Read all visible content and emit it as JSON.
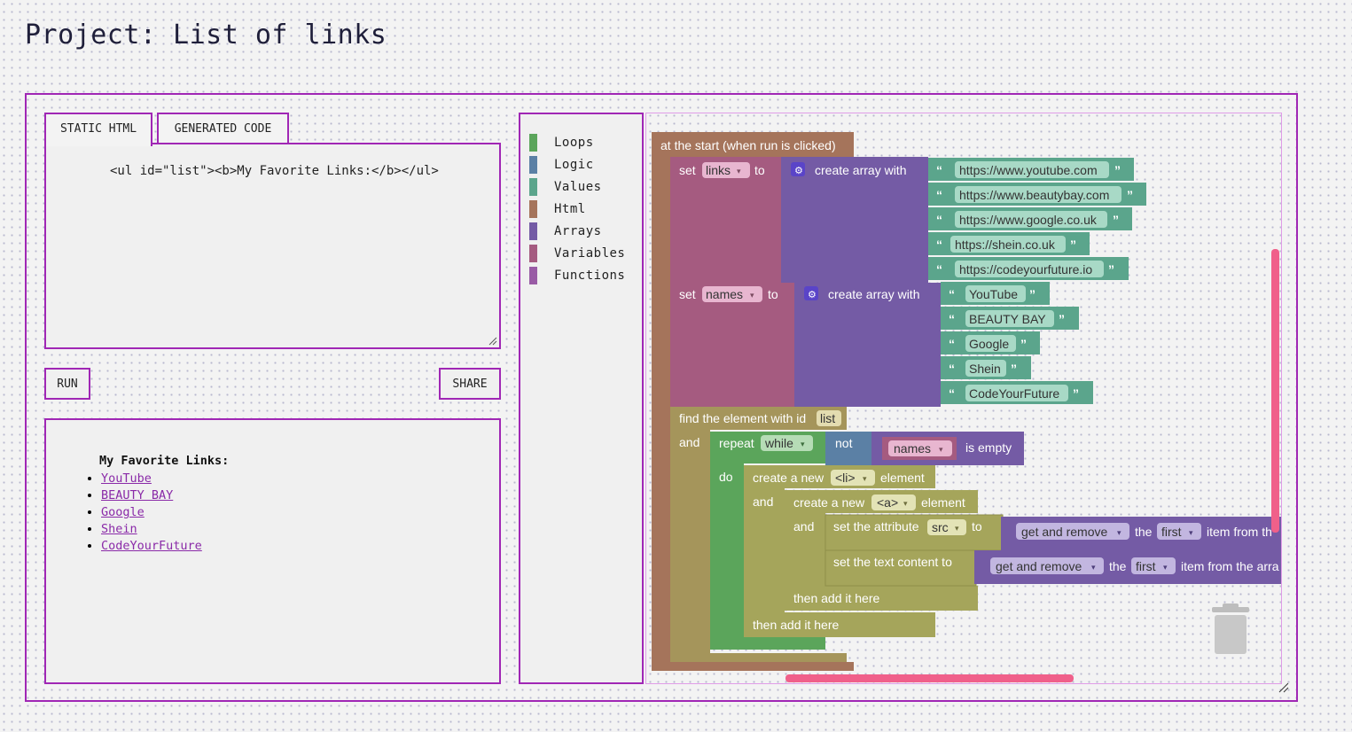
{
  "page": {
    "title": "Project: List of links"
  },
  "tabs": [
    {
      "label": "STATIC HTML",
      "active": true
    },
    {
      "label": "GENERATED CODE",
      "active": false
    }
  ],
  "static_html": {
    "code": "<ul id=\"list\"><b>My Favorite Links:</b></ul>"
  },
  "buttons": {
    "run": "RUN",
    "share": "SHARE"
  },
  "output": {
    "heading": "My Favorite Links:",
    "links": [
      "YouTube",
      "BEAUTY BAY",
      "Google",
      "Shein",
      "CodeYourFuture"
    ]
  },
  "toolbox": {
    "categories": [
      {
        "label": "Loops",
        "color": "#5ba55b"
      },
      {
        "label": "Logic",
        "color": "#5b80a5"
      },
      {
        "label": "Values",
        "color": "#5ba58c"
      },
      {
        "label": "Html",
        "color": "#a5745b"
      },
      {
        "label": "Arrays",
        "color": "#745ba5"
      },
      {
        "label": "Variables",
        "color": "#a55b80"
      },
      {
        "label": "Functions",
        "color": "#995ba5"
      }
    ]
  },
  "blocks": {
    "start_label": "at the start (when run is clicked)",
    "set_word": "set",
    "to_word": "to",
    "create_array": "create array with",
    "var_links": "links",
    "var_names": "names",
    "links_values": [
      "https://www.youtube.com",
      "https://www.beautybay.com",
      "https://www.google.co.uk",
      "https://shein.co.uk",
      "https://codeyourfuture.io"
    ],
    "names_values": [
      "YouTube",
      "BEAUTY BAY",
      "Google",
      "Shein",
      "CodeYourFuture"
    ],
    "find_element": "find the element with id",
    "find_id": "list",
    "and_word": "and",
    "repeat": "repeat",
    "while": "while",
    "not": "not",
    "is_empty": "is empty",
    "do_word": "do",
    "create_new": "create a new",
    "li_tag": "<li>",
    "a_tag": "<a>",
    "element_word": "element",
    "set_attribute": "set the attribute",
    "src": "src",
    "set_text": "set the text content to",
    "get_remove": "get and remove",
    "the_word": "the",
    "first": "first",
    "item_from_1": "item from th",
    "item_from_2": "item from the arra",
    "then_add": "then add it here",
    "open_quote": "“",
    "close_quote": "”",
    "dropdown_arrow": "▾"
  },
  "colors": {
    "accent": "#a027b5",
    "html_block": "#a5745b",
    "variables_block": "#a55b80",
    "arrays_block": "#745ba5",
    "values_block": "#5ba58c",
    "loops_block": "#5ba55b",
    "logic_block": "#5b80a5",
    "html_olive": "#a5a55b",
    "scrollbar": "#f0608a"
  }
}
